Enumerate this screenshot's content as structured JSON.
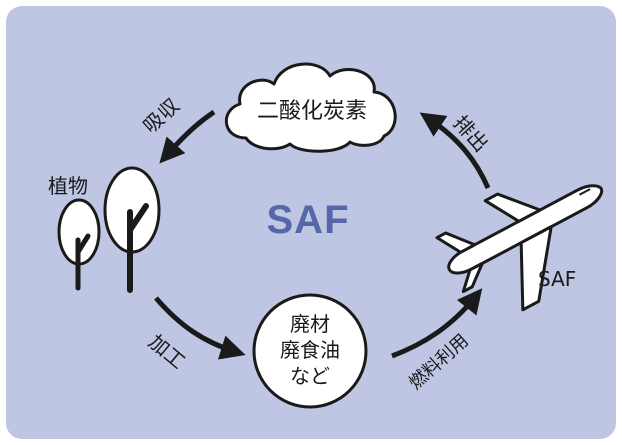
{
  "diagram": {
    "center_label": "SAF",
    "nodes": {
      "co2": "二酸化炭素",
      "plants": "植物",
      "waste": [
        "廃材",
        "廃食油",
        "など"
      ],
      "saf": "SAF"
    },
    "edges": {
      "absorb": "吸収",
      "emit": "排出",
      "process": "加工",
      "fuel_use": "燃料利用"
    },
    "colors": {
      "background": "#bfc6e3",
      "center_text": "#5567a8",
      "stroke": "#1a1a1a",
      "fill": "#ffffff"
    },
    "icons": [
      "cloud-icon",
      "tree-icon",
      "airplane-icon"
    ]
  }
}
